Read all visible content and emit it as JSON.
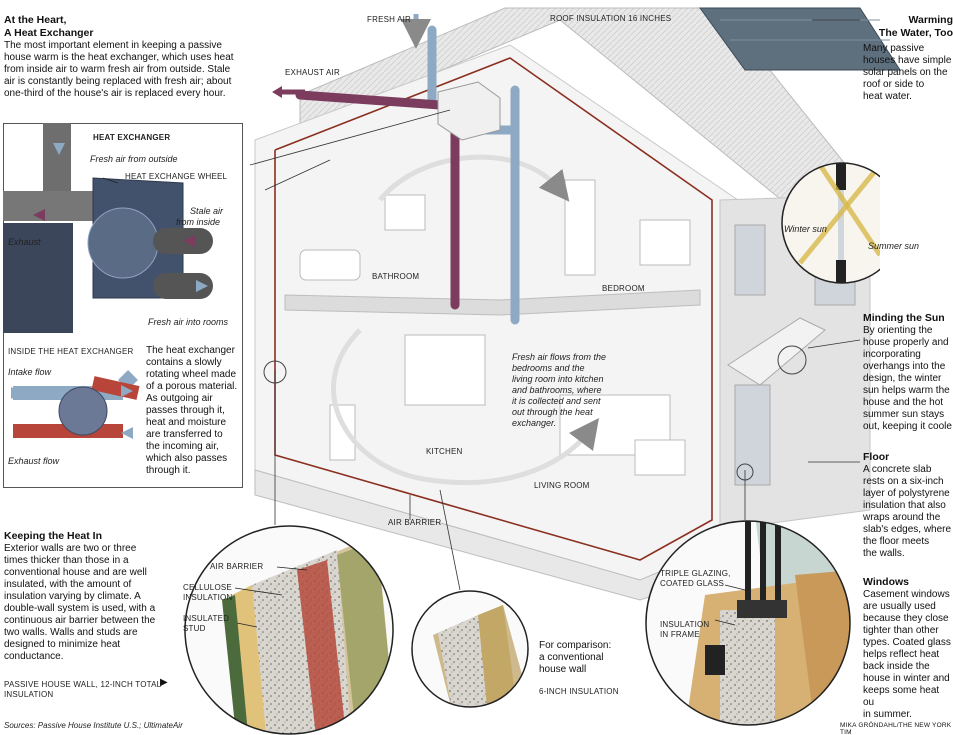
{
  "colors": {
    "fresh": "#8ea9c3",
    "exhaust": "#7b3c5e",
    "wall_line": "#8b2f20",
    "panel_border": "#555555"
  },
  "heart": {
    "title1": "At the Heart,",
    "title2": "A Heat Exchanger",
    "lines": [
      "The most important element in keeping a passive",
      "house warm is the heat exchanger, which uses heat",
      "from inside air to warm fresh air from outside. Stale",
      "air is constantly being replaced with fresh air; about",
      "one-third of the house's air is replaced every hour."
    ]
  },
  "exchanger": {
    "title": "HEAT EXCHANGER",
    "fresh_outside": "Fresh air from outside",
    "wheel": "HEAT EXCHANGE WHEEL",
    "stale1": "Stale air",
    "stale2": "from inside",
    "exhaust": "Exhaust",
    "fresh_rooms": "Fresh air into rooms",
    "inside_title": "INSIDE THE HEAT EXCHANGER",
    "intake": "Intake flow",
    "exhaust_flow": "Exhaust flow",
    "desc": [
      "The heat exchanger",
      "contains a slowly",
      "rotating wheel made",
      "of a porous material.",
      "As outgoing air",
      "passes through it,",
      "heat and moisture",
      "are transferred to",
      "the incoming air,",
      "which also passes",
      "through it."
    ]
  },
  "house": {
    "fresh_air": "FRESH AIR",
    "exhaust_air": "EXHAUST AIR",
    "roof_insulation": "ROOF INSULATION 16 INCHES",
    "bathroom": "BATHROOM",
    "bedroom": "BEDROOM",
    "kitchen": "KITCHEN",
    "living_room": "LIVING ROOM",
    "air_barrier": "AIR BARRIER",
    "flow_note": [
      "Fresh air flows from the",
      "bedrooms and the",
      "living room into kitchen",
      "and bathrooms, where",
      "it is collected and sent",
      "out through the heat",
      "exchanger."
    ]
  },
  "warming": {
    "title1": "Warming",
    "title2": "The Water, Too",
    "lines": [
      "Many passive",
      "houses have simple",
      "solar panels on the",
      "roof or side to",
      "heat water."
    ],
    "winter_sun": "Winter sun",
    "summer_sun": "Summer sun"
  },
  "sun": {
    "title": "Minding the Sun",
    "lines": [
      "By orienting the",
      "house properly and",
      "incorporating",
      "overhangs into the",
      "design, the winter",
      "sun helps warm the",
      "house and the hot",
      "summer sun stays",
      "out, keeping it coole"
    ]
  },
  "floor": {
    "title": "Floor",
    "lines": [
      "A concrete slab",
      "rests on a six-inch",
      "layer of polystyrene",
      "insulation that also",
      "wraps around the",
      "slab's edges, where",
      "the floor meets",
      "the walls."
    ]
  },
  "windows": {
    "title": "Windows",
    "lines": [
      "Casement windows",
      "are usually used",
      "because they close",
      "tighter than other",
      "types. Coated glass",
      "helps reflect heat",
      "back inside the",
      "house in winter and",
      "keeps some heat ou",
      "in summer."
    ],
    "glazing1": "TRIPLE GLAZING,",
    "glazing2": "COATED GLASS",
    "insulation1": "INSULATION",
    "insulation2": "IN FRAME"
  },
  "heat_in": {
    "title": "Keeping the Heat In",
    "lines": [
      "Exterior walls are two or three",
      "times thicker than those in a",
      "conventional house and are well",
      "insulated, with the amount of",
      "insulation varying by climate. A",
      "double-wall system is used, with a",
      "continuous air barrier between the",
      "two walls. Walls and studs are",
      "designed to minimize heat",
      "conductance."
    ],
    "wall_label1": "PASSIVE HOUSE WALL, 12-INCH TOTAL",
    "wall_label2": "INSULATION",
    "arrow": "▶",
    "air_barrier": "AIR BARRIER",
    "cellulose1": "CELLULOSE",
    "cellulose2": "INSULATION",
    "stud1": "INSULATED",
    "stud2": "STUD",
    "comparison": [
      "For comparison:",
      "a conventional",
      "house wall"
    ],
    "six_inch": "6-INCH INSULATION"
  },
  "footer": {
    "sources": "Sources: Passive House Institute U.S.; UltimateAir",
    "credit": "MIKA GRÖNDAHL/THE NEW YORK TIM"
  }
}
